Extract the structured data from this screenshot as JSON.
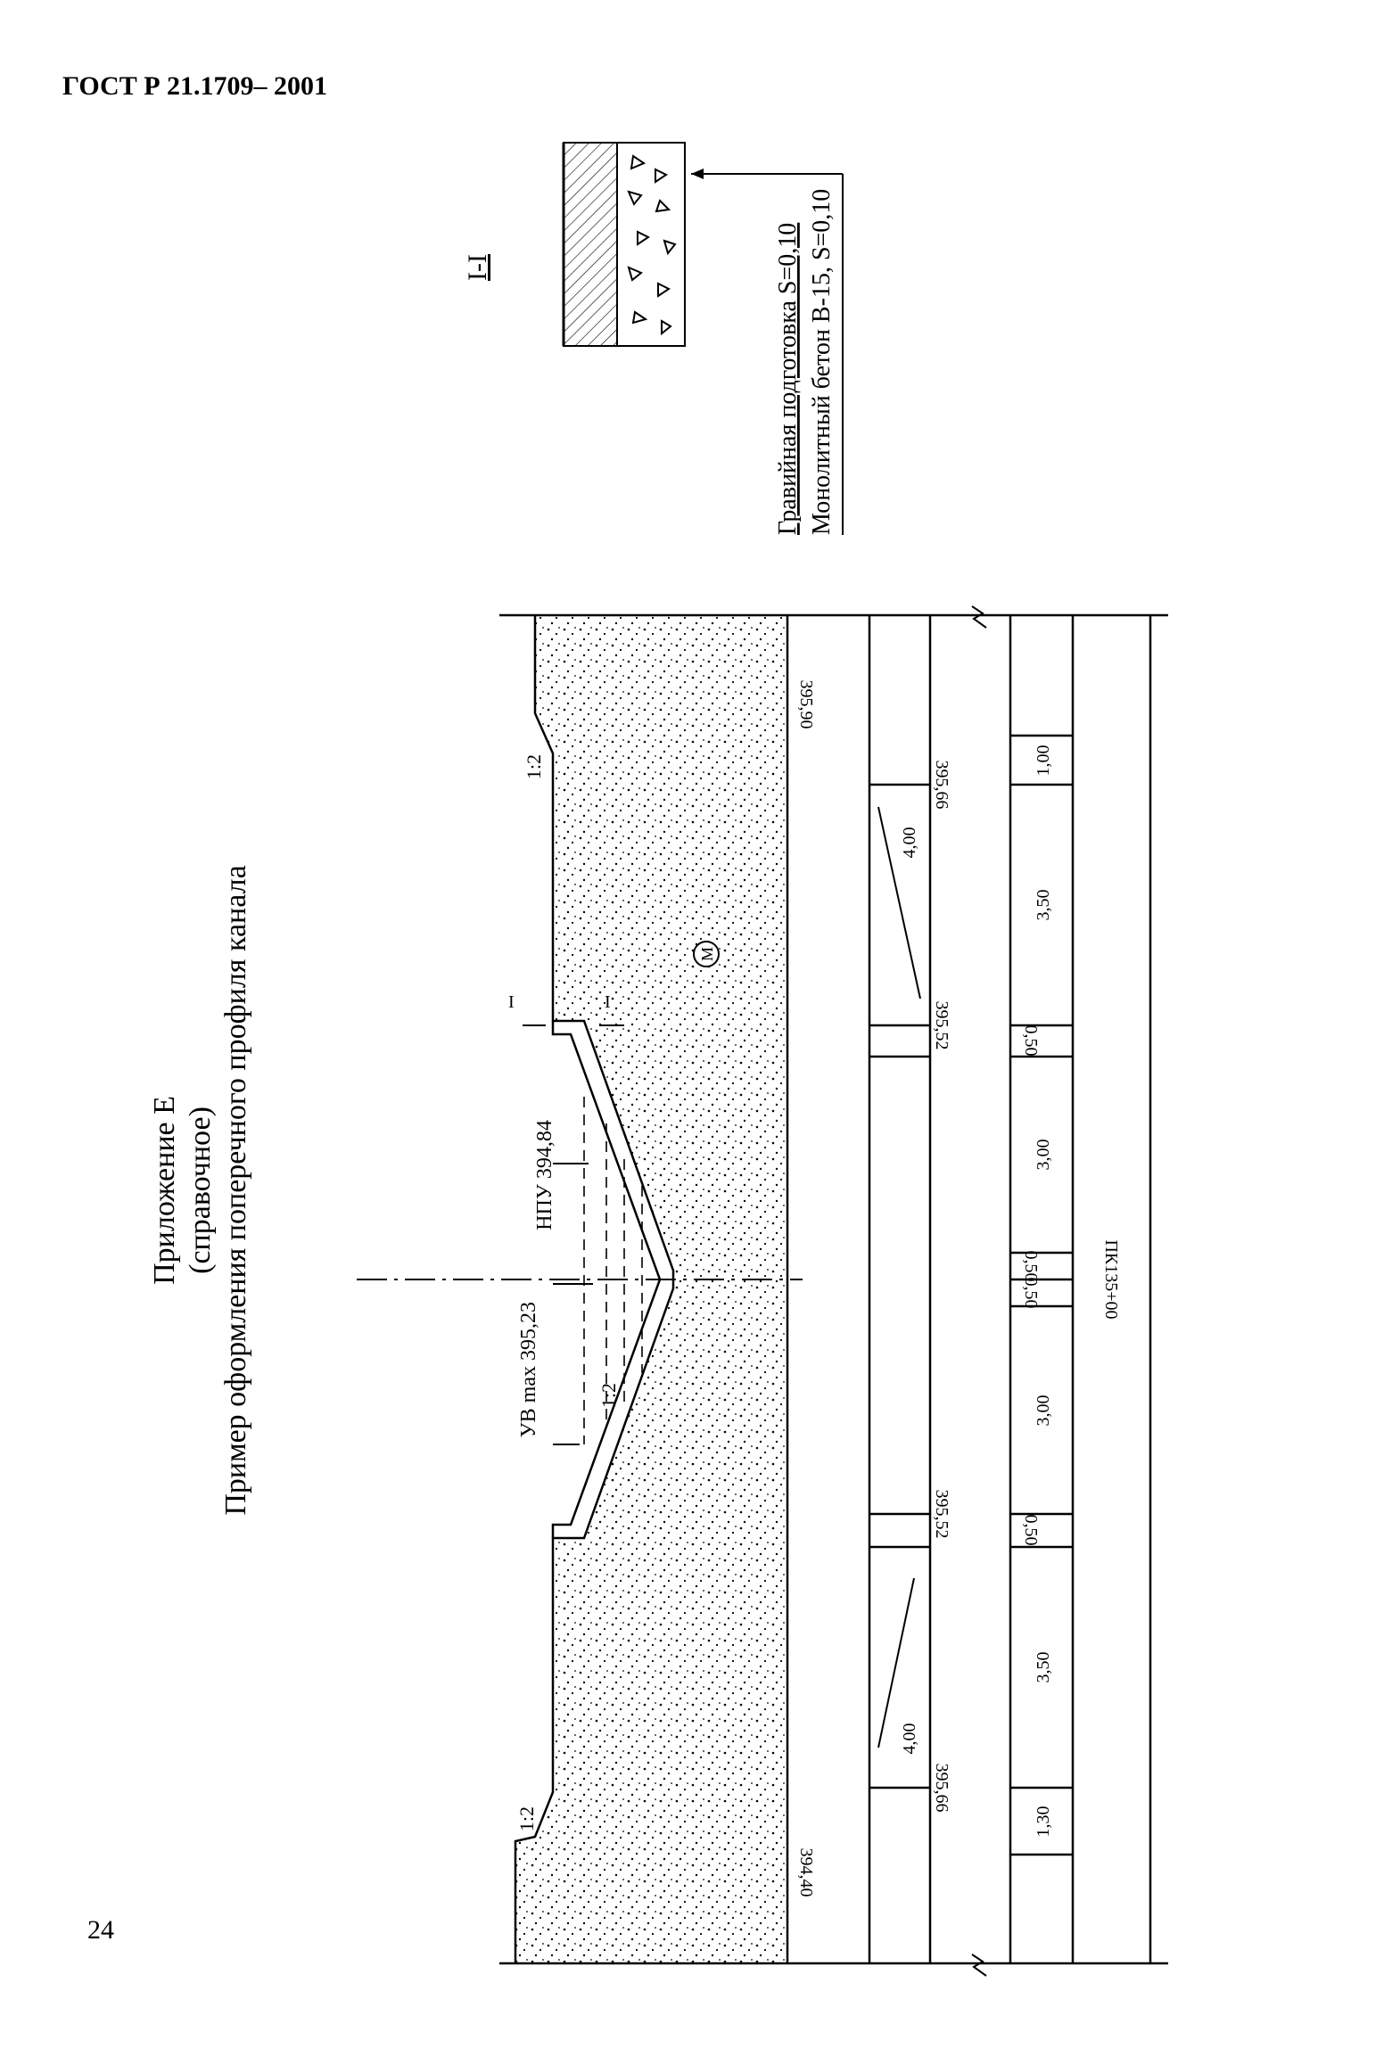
{
  "header": {
    "doc_code": "ГОСТ Р 21.1709– 2001"
  },
  "page_number": "24",
  "title": {
    "line1": "Приложение Е",
    "line2": "(справочное)",
    "line3": "Пример оформления поперечного профиля канала"
  },
  "section_detail": {
    "label": "I-I",
    "layer1": "Гравийная подготовка S=0,10",
    "layer2": "Монолитный бетон В-15, S=0,10"
  },
  "profile": {
    "water_max": "УВ max 395,23",
    "water_normal": "НПУ 394,84",
    "slope_label": "1:2",
    "section_mark": "I",
    "soil_mark": "M",
    "elev_left_ground": "395,90",
    "elev_right_ground": "394,40",
    "elevations": [
      "395,66",
      "395,52",
      "395,52",
      "395,66"
    ],
    "slope_values": [
      "4,00",
      "4,00"
    ],
    "distances": [
      "1,00",
      "3,50",
      "0,50",
      "3,00",
      "0,50",
      "0,50",
      "3,00",
      "0,50",
      "3,50",
      "1,30"
    ],
    "picket": "ПК135+00"
  }
}
